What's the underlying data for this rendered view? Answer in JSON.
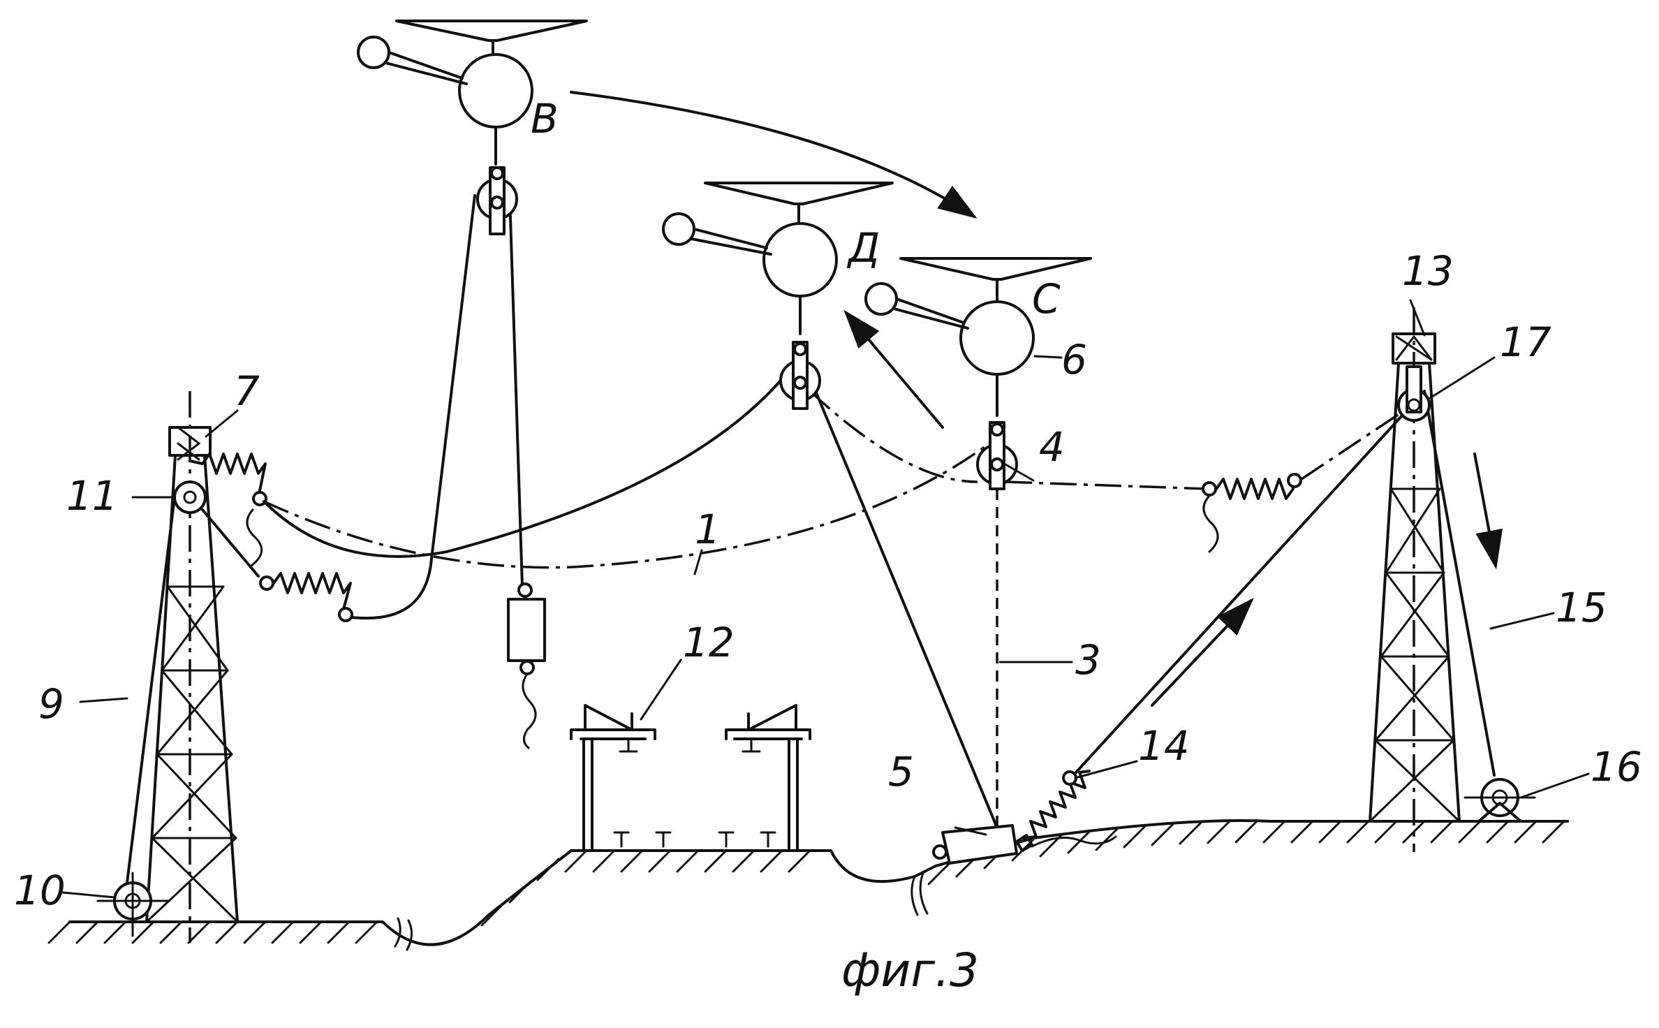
{
  "caption": "фиг.3",
  "labels": {
    "l1": "1",
    "l3": "3",
    "l4": "4",
    "l5": "5",
    "l6": "6",
    "l7": "7",
    "l9": "9",
    "l10": "10",
    "l11": "11",
    "l12": "12",
    "l13": "13",
    "l14": "14",
    "l15": "15",
    "l16": "16",
    "l17": "17",
    "lB": "B",
    "lD": "Д",
    "lC": "C"
  }
}
